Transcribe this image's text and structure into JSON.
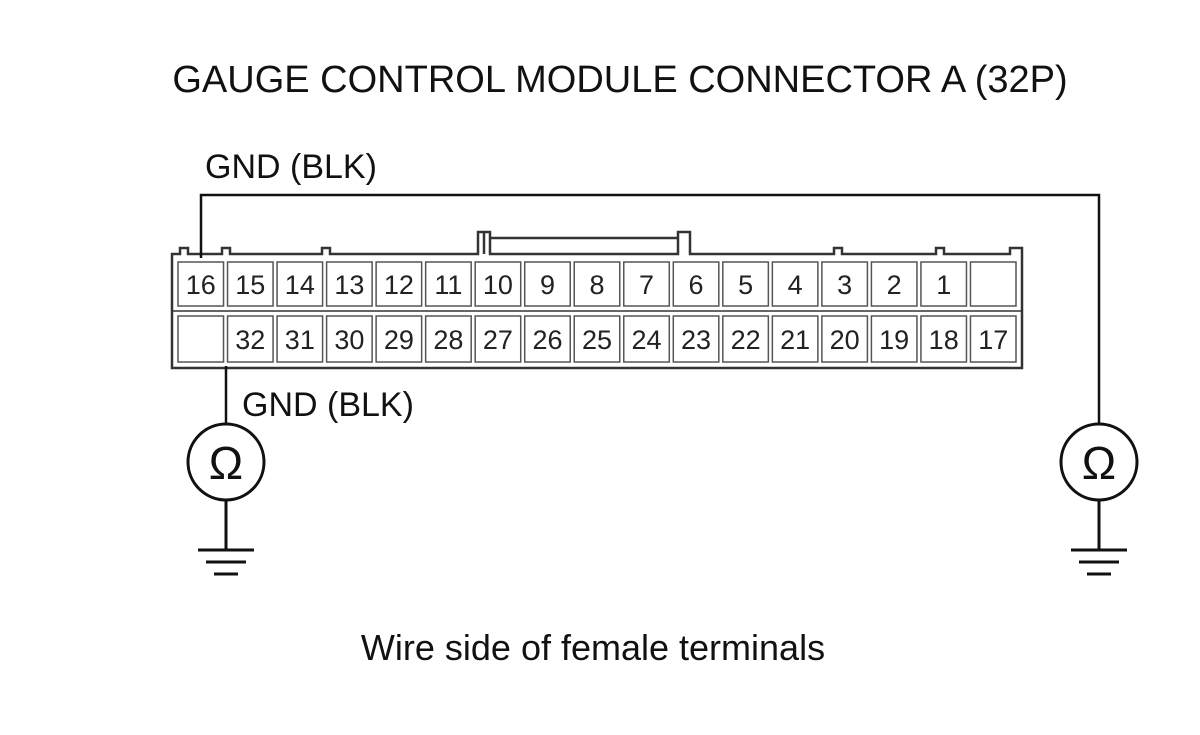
{
  "diagram": {
    "title": "GAUGE CONTROL MODULE CONNECTOR A (32P)",
    "caption": "Wire side of female terminals",
    "connector": {
      "row_top": [
        "16",
        "15",
        "14",
        "13",
        "12",
        "11",
        "10",
        "9",
        "8",
        "7",
        "6",
        "5",
        "4",
        "3",
        "2",
        "1",
        ""
      ],
      "row_bottom": [
        "",
        "32",
        "31",
        "30",
        "29",
        "28",
        "27",
        "26",
        "25",
        "24",
        "23",
        "22",
        "21",
        "20",
        "19",
        "18",
        "17"
      ]
    },
    "probes": [
      {
        "label": "GND (BLK)",
        "terminal": "16",
        "meter_symbol": "Ω",
        "meter_icon": "ohmmeter-icon",
        "ground_icon": "ground-icon"
      },
      {
        "label": "GND (BLK)",
        "terminal": "32",
        "meter_symbol": "Ω",
        "meter_icon": "ohmmeter-icon",
        "ground_icon": "ground-icon"
      }
    ]
  }
}
